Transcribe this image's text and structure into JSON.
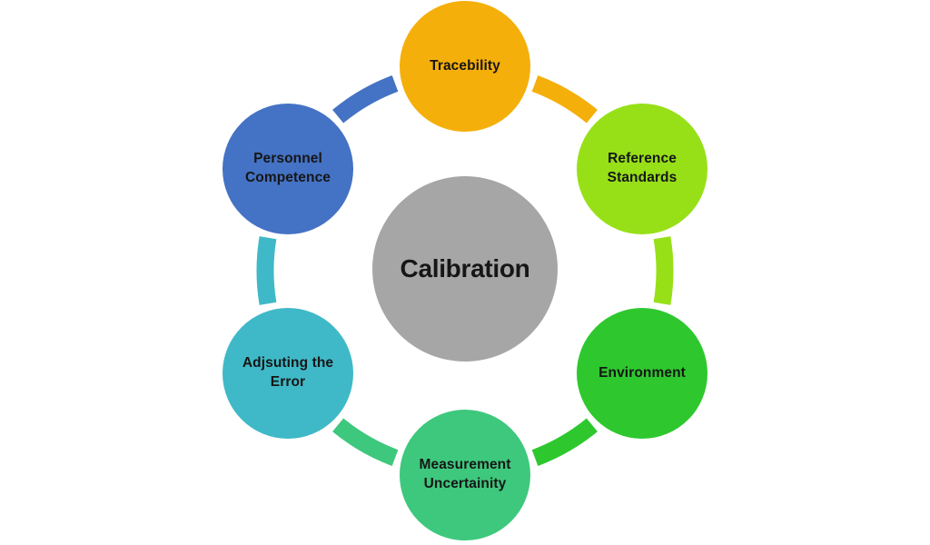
{
  "background": "#FFFFFF",
  "text": {
    "label_color": "#161616"
  },
  "center": {
    "label": "Calibration",
    "color": "#A6A6A6"
  },
  "nodes": [
    {
      "id": "tracebility",
      "label": "Tracebility",
      "color": "#F5AF0A"
    },
    {
      "id": "reference-standards",
      "label": "Reference\nStandards",
      "color": "#97E018"
    },
    {
      "id": "environment",
      "label": "Environment",
      "color": "#2EC82E"
    },
    {
      "id": "measurement-uncertainity",
      "label": "Measurement\nUncertainity",
      "color": "#3EC87D"
    },
    {
      "id": "adjsuting-the-error",
      "label": "Adjsuting the\nError",
      "color": "#3FB9C7"
    },
    {
      "id": "personnel-competence",
      "label": "Personnel\nCompetence",
      "color": "#4472C4"
    }
  ]
}
